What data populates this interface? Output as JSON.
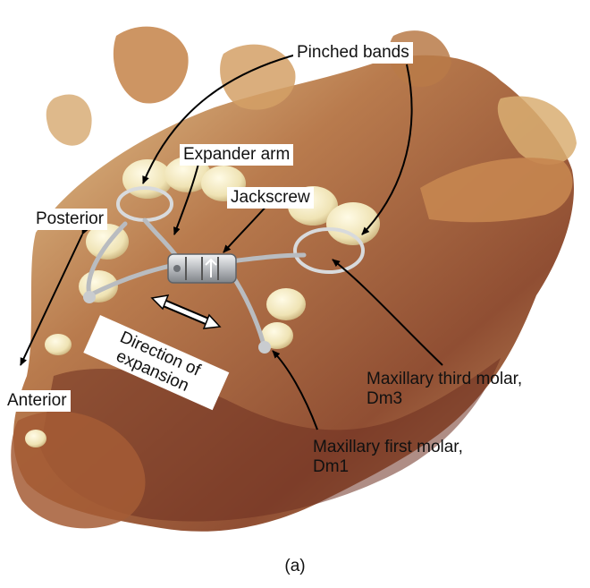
{
  "labels": {
    "pinched_bands": "Pinched bands",
    "expander_arm": "Expander arm",
    "jackscrew": "Jackscrew",
    "posterior": "Posterior",
    "anterior": "Anterior",
    "direction_line1": "Direction of",
    "direction_line2": "expansion",
    "third_molar_line1": "Maxillary third molar,",
    "third_molar_line2": "Dm3",
    "first_molar_line1": "Maxillary first molar,",
    "first_molar_line2": "Dm1"
  },
  "caption": "(a)",
  "colors": {
    "bone_dark": "#7a3a22",
    "bone_mid": "#b57444",
    "bone_light": "#e8cf95",
    "tooth": "#f2eccc",
    "appliance": "#c9cccf",
    "background": "#ffffff"
  }
}
